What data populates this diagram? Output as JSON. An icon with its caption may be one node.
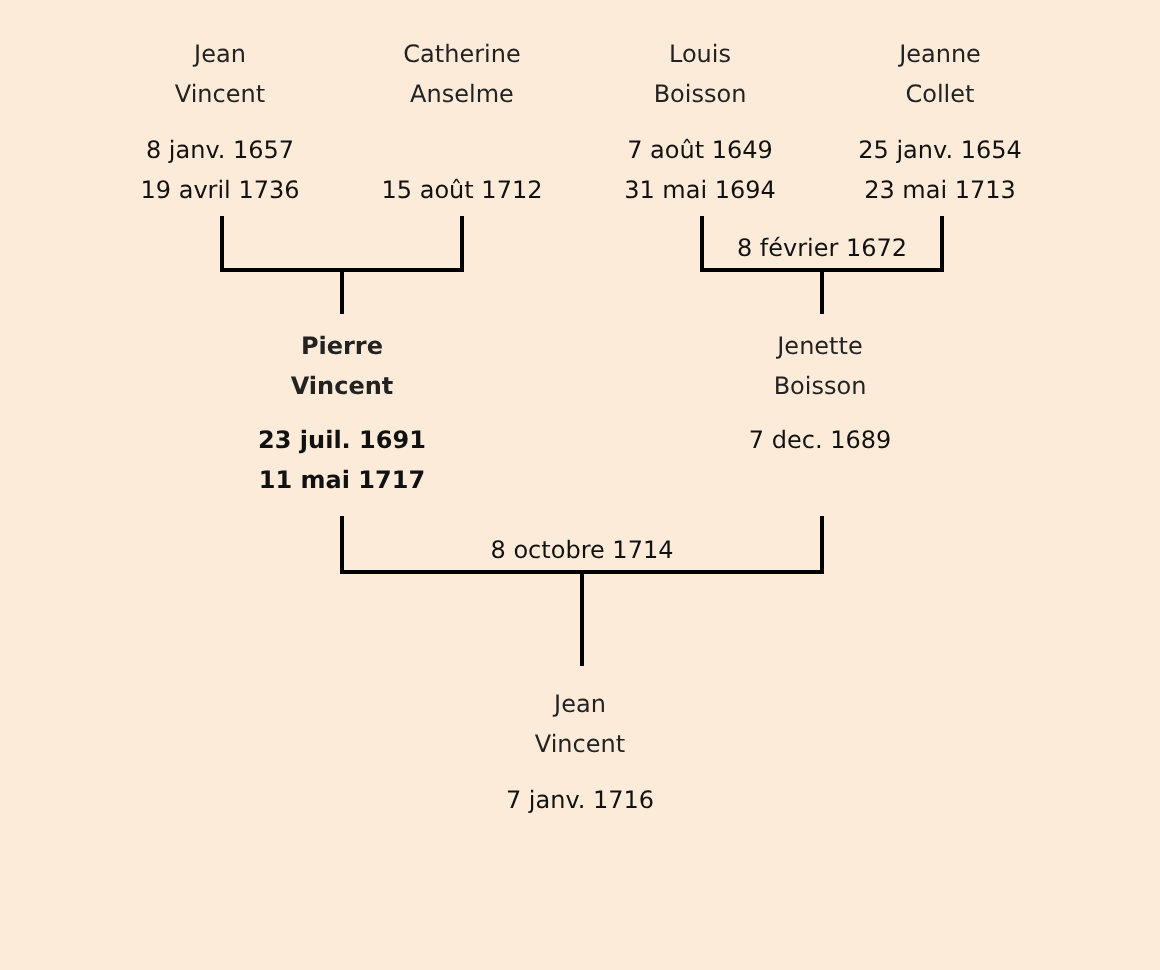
{
  "diagram": {
    "nodes": [
      {
        "text": [
          "Jean Vincent",
          "8 janv. 1657",
          "19 avril 1736"
        ]
      },
      {
        "text": [
          "Catherine Anselme",
          "15 août 1712"
        ]
      },
      {
        "text": [
          "Louis Boisson",
          "7 août 1649",
          "31 mai 1694"
        ]
      },
      {
        "text": [
          "Jeanne Collet",
          "25 janv. 1654",
          "23 mai 1713"
        ]
      },
      {
        "text": [
          "Pierre Vincent",
          "23 juil. 1691",
          "11 mai 1717"
        ]
      },
      {
        "text": [
          "Jenette Boisson",
          "7 dec. 1689"
        ]
      },
      {
        "text": [
          "Jean Vincent",
          "7 janv. 1716"
        ]
      }
    ],
    "edges": [
      {
        "from": 0,
        "to": 4,
        "arrow": "none"
      },
      {
        "from": 1,
        "to": 4,
        "arrow": "none"
      },
      {
        "from": 2,
        "to": 5,
        "arrow": "none",
        "label": "8 février 1672"
      },
      {
        "from": 3,
        "to": 5,
        "arrow": "none"
      },
      {
        "from": 4,
        "to": 6,
        "arrow": "none",
        "label": "8 octobre 1714"
      },
      {
        "from": 5,
        "to": 6,
        "arrow": "none"
      }
    ]
  }
}
